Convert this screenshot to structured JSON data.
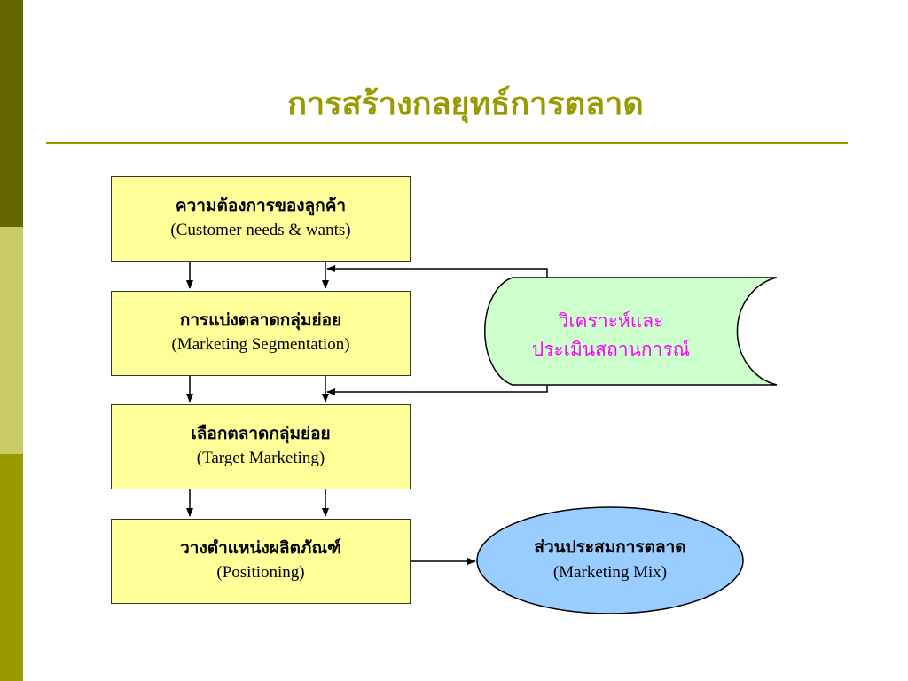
{
  "slide": {
    "title": "การสร้างกลยุทธ์การตลาด",
    "colors": {
      "band_top": "#666600",
      "band_middle": "#cccc66",
      "band_bottom": "#999900",
      "title": "#999900",
      "step_fill": "#ffff99",
      "analysis_fill": "#ccffcc",
      "analysis_text": "#ff00ff",
      "mix_fill": "#99ccff"
    }
  },
  "steps": [
    {
      "th": "ความต้องการของลูกค้า",
      "en": "(Customer needs & wants)"
    },
    {
      "th": "การแบ่งตลาดกลุ่มย่อย",
      "en": "(Marketing Segmentation)"
    },
    {
      "th": "เลือกตลาดกลุ่มย่อย",
      "en": "(Target Marketing)"
    },
    {
      "th": "วางตำแหน่งผลิตภัณฑ์",
      "en": "(Positioning)"
    }
  ],
  "analysis": {
    "line1": "วิเคราะห์และ",
    "line2": "ประเมินสถานการณ์"
  },
  "marketing_mix": {
    "th": "ส่วนประสมการตลาด",
    "en": "(Marketing  Mix)"
  }
}
